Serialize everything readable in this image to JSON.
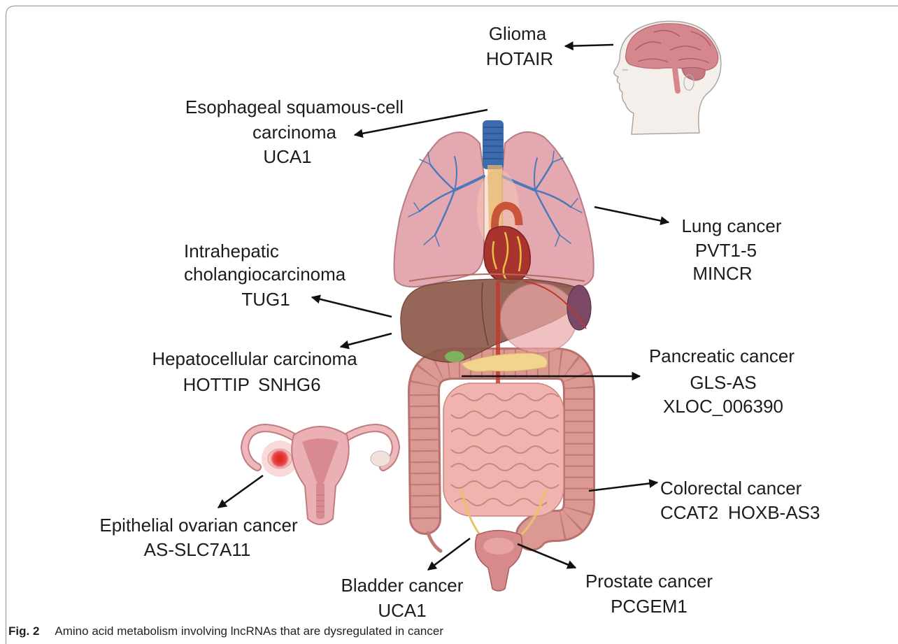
{
  "labels": {
    "glioma": {
      "name": [
        "Glioma"
      ],
      "lncrnas": [
        "HOTAIR"
      ]
    },
    "esophageal": {
      "name": [
        "Esophageal squamous-cell",
        "carcinoma"
      ],
      "lncrnas": [
        "UCA1"
      ]
    },
    "lung": {
      "name": [
        "Lung cancer"
      ],
      "lncrnas": [
        "PVT1-5",
        "MINCR"
      ]
    },
    "intrahepatic": {
      "name": [
        "Intrahepatic",
        "cholangiocarcinoma"
      ],
      "lncrnas": [
        "TUG1"
      ]
    },
    "hepatocellular": {
      "name": [
        "Hepatocellular carcinoma"
      ],
      "lncrnas": [
        "HOTTIP",
        "SNHG6"
      ]
    },
    "pancreatic": {
      "name": [
        "Pancreatic cancer"
      ],
      "lncrnas": [
        "GLS-AS",
        "XLOC_006390"
      ]
    },
    "colorectal": {
      "name": [
        "Colorectal cancer"
      ],
      "lncrnas": [
        "CCAT2",
        "HOXB-AS3"
      ]
    },
    "ovarian": {
      "name": [
        "Epithelial ovarian cancer"
      ],
      "lncrnas": [
        "AS-SLC7A11"
      ]
    },
    "bladder": {
      "name": [
        "Bladder cancer"
      ],
      "lncrnas": [
        "UCA1"
      ]
    },
    "prostate": {
      "name": [
        "Prostate cancer"
      ],
      "lncrnas": [
        "PCGEM1"
      ]
    }
  },
  "caption": {
    "label": "Fig. 2",
    "text": "Amino acid metabolism involving lncRNAs that are dysregulated in cancer"
  },
  "colors": {
    "brain": "#d6878e",
    "trachea": "#3d6cae",
    "lung": "#e4a8b0",
    "heart": "#a8332f",
    "liver": "#8e5b4c",
    "spleen": "#7b4966",
    "intestine": "#dc9994",
    "bladder": "#d68a8a",
    "uterus": "#eab0b3",
    "tumor": "#e31b1b"
  }
}
